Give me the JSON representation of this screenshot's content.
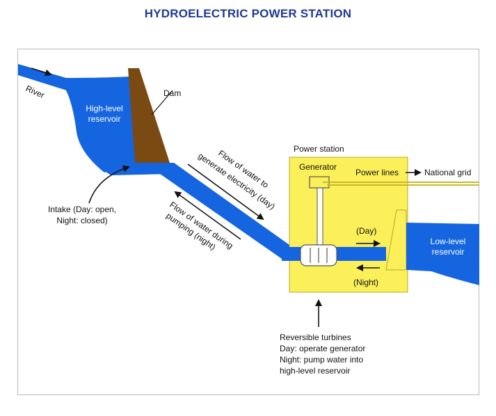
{
  "title": "HYDROELECTRIC POWER STATION",
  "labels": {
    "river": "River",
    "high_reservoir_1": "High-level",
    "high_reservoir_2": "reservoir",
    "dam": "Dam",
    "intake_1": "Intake (Day: open,",
    "intake_2": "Night: closed)",
    "flow_day_1": "Flow of water to",
    "flow_day_2": "generate electricity (day)",
    "flow_night_1": "Flow of water during",
    "flow_night_2": "pumping (night)",
    "power_station": "Power station",
    "generator": "Generator",
    "power_lines": "Power lines",
    "national_grid": "National grid",
    "day": "(Day)",
    "night": "(Night)",
    "low_reservoir_1": "Low-level",
    "low_reservoir_2": "reservoir",
    "turbines_1": "Reversible turbines",
    "turbines_2": "Day: operate generator",
    "turbines_3": "Night: pump water into",
    "turbines_4": "high-level reservoir"
  },
  "colors": {
    "title": "#1f3a93",
    "water": "#1565e0",
    "water_edge": "#1248b8",
    "dam": "#7b4a12",
    "station": "#fbef5a",
    "station_edge": "#b8a82a",
    "text": "#111111",
    "frame": "#b9b9b9"
  }
}
